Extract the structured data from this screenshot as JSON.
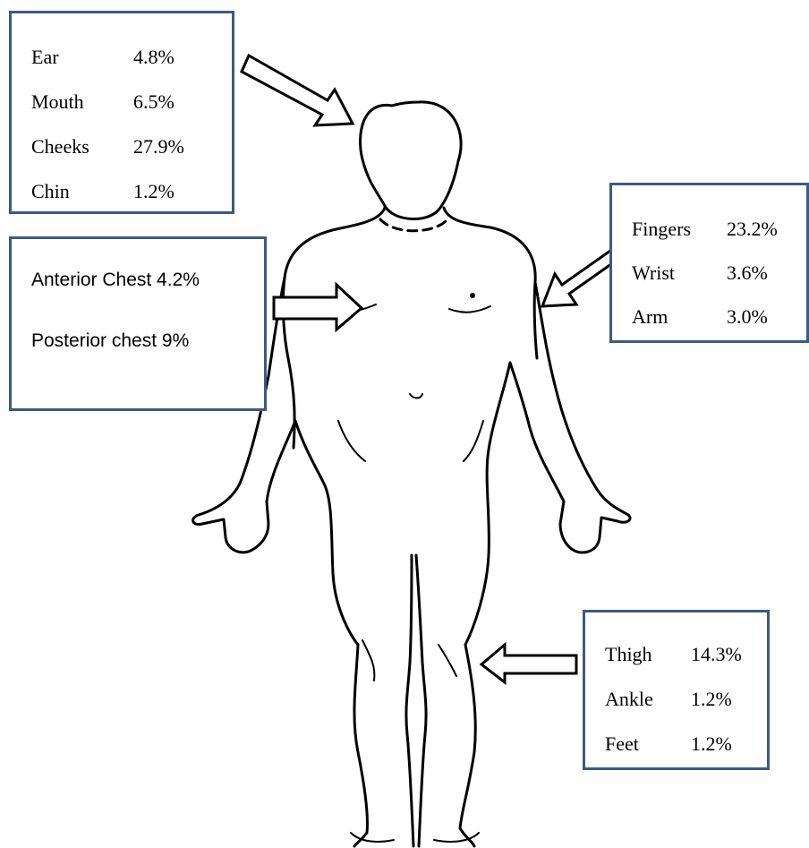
{
  "colors": {
    "box_border": "#3b5a85",
    "outline": "#000000",
    "background": "#ffffff"
  },
  "head_box": {
    "rows": [
      {
        "part": "Ear",
        "pct": "4.8%"
      },
      {
        "part": "Mouth",
        "pct": "6.5%"
      },
      {
        "part": "Cheeks",
        "pct": "27.9%"
      },
      {
        "part": "Chin",
        "pct": "1.2%"
      }
    ]
  },
  "chest_box": {
    "line1": "Anterior Chest 4.2%",
    "line2": "Posterior chest 9%"
  },
  "arm_box": {
    "rows": [
      {
        "part": "Fingers",
        "pct": "23.2%"
      },
      {
        "part": "Wrist",
        "pct": "3.6%"
      },
      {
        "part": "Arm",
        "pct": "3.0%"
      }
    ]
  },
  "leg_box": {
    "rows": [
      {
        "part": "Thigh",
        "pct": "14.3%"
      },
      {
        "part": "Ankle",
        "pct": "1.2%"
      },
      {
        "part": "Feet",
        "pct": "1.2%"
      }
    ]
  }
}
